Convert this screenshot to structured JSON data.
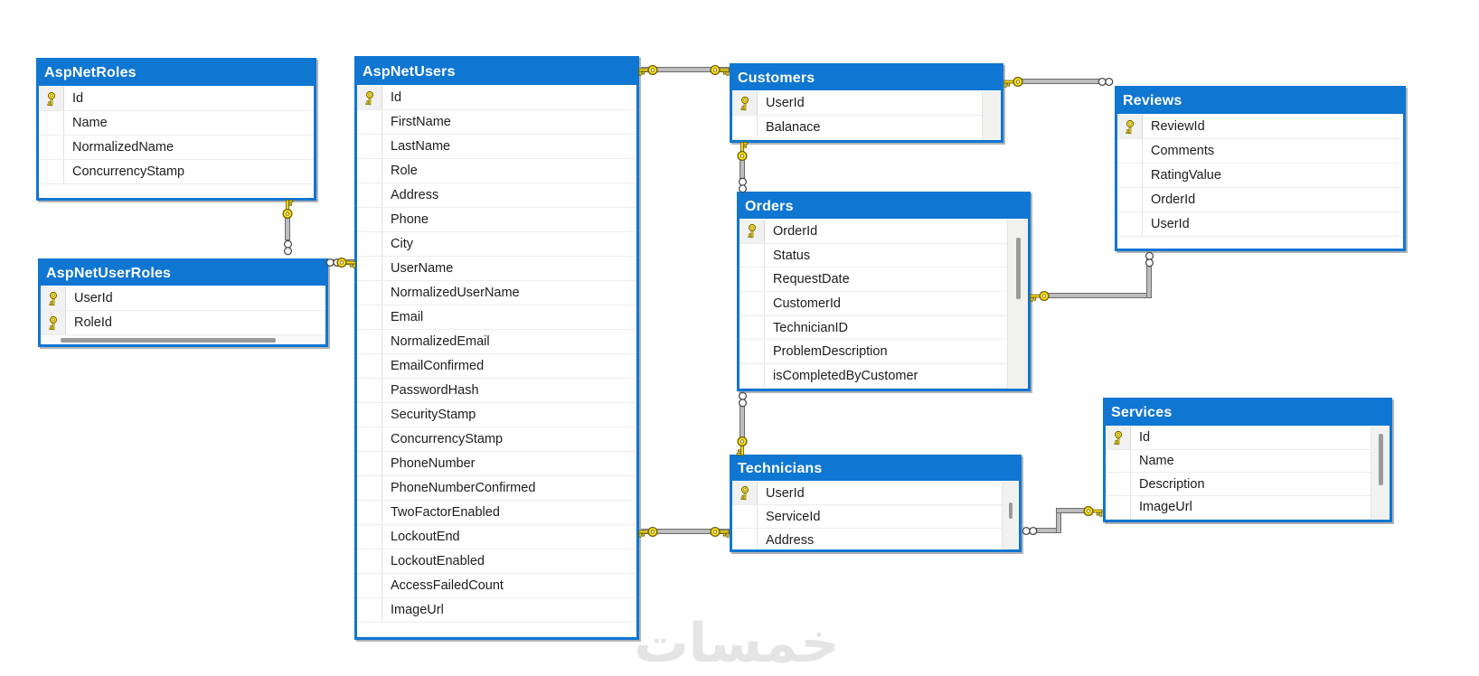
{
  "diagram": {
    "tables": [
      {
        "id": "AspNetRoles",
        "title": "AspNetRoles",
        "columns": [
          {
            "name": "Id",
            "pk": true
          },
          {
            "name": "Name",
            "pk": false
          },
          {
            "name": "NormalizedName",
            "pk": false
          },
          {
            "name": "ConcurrencyStamp",
            "pk": false
          }
        ]
      },
      {
        "id": "AspNetUsers",
        "title": "AspNetUsers",
        "columns": [
          {
            "name": "Id",
            "pk": true
          },
          {
            "name": "FirstName",
            "pk": false
          },
          {
            "name": "LastName",
            "pk": false
          },
          {
            "name": "Role",
            "pk": false
          },
          {
            "name": "Address",
            "pk": false
          },
          {
            "name": "Phone",
            "pk": false
          },
          {
            "name": "City",
            "pk": false
          },
          {
            "name": "UserName",
            "pk": false
          },
          {
            "name": "NormalizedUserName",
            "pk": false
          },
          {
            "name": "Email",
            "pk": false
          },
          {
            "name": "NormalizedEmail",
            "pk": false
          },
          {
            "name": "EmailConfirmed",
            "pk": false
          },
          {
            "name": "PasswordHash",
            "pk": false
          },
          {
            "name": "SecurityStamp",
            "pk": false
          },
          {
            "name": "ConcurrencyStamp",
            "pk": false
          },
          {
            "name": "PhoneNumber",
            "pk": false
          },
          {
            "name": "PhoneNumberConfirmed",
            "pk": false
          },
          {
            "name": "TwoFactorEnabled",
            "pk": false
          },
          {
            "name": "LockoutEnd",
            "pk": false
          },
          {
            "name": "LockoutEnabled",
            "pk": false
          },
          {
            "name": "AccessFailedCount",
            "pk": false
          },
          {
            "name": "ImageUrl",
            "pk": false
          }
        ]
      },
      {
        "id": "AspNetUserRoles",
        "title": "AspNetUserRoles",
        "columns": [
          {
            "name": "UserId",
            "pk": true
          },
          {
            "name": "RoleId",
            "pk": true
          }
        ]
      },
      {
        "id": "Customers",
        "title": "Customers",
        "columns": [
          {
            "name": "UserId",
            "pk": true
          },
          {
            "name": "Balanace",
            "pk": false
          }
        ]
      },
      {
        "id": "Orders",
        "title": "Orders",
        "columns": [
          {
            "name": "OrderId",
            "pk": true
          },
          {
            "name": "Status",
            "pk": false
          },
          {
            "name": "RequestDate",
            "pk": false
          },
          {
            "name": "CustomerId",
            "pk": false
          },
          {
            "name": "TechnicianID",
            "pk": false
          },
          {
            "name": "ProblemDescription",
            "pk": false
          },
          {
            "name": "isCompletedByCustomer",
            "pk": false
          }
        ]
      },
      {
        "id": "Reviews",
        "title": "Reviews",
        "columns": [
          {
            "name": "ReviewId",
            "pk": true
          },
          {
            "name": "Comments",
            "pk": false
          },
          {
            "name": "RatingValue",
            "pk": false
          },
          {
            "name": "OrderId",
            "pk": false
          },
          {
            "name": "UserId",
            "pk": false
          }
        ]
      },
      {
        "id": "Technicians",
        "title": "Technicians",
        "columns": [
          {
            "name": "UserId",
            "pk": true
          },
          {
            "name": "ServiceId",
            "pk": false
          },
          {
            "name": "Address",
            "pk": false
          }
        ]
      },
      {
        "id": "Services",
        "title": "Services",
        "columns": [
          {
            "name": "Id",
            "pk": true
          },
          {
            "name": "Name",
            "pk": false
          },
          {
            "name": "Description",
            "pk": false
          },
          {
            "name": "ImageUrl",
            "pk": false
          }
        ]
      }
    ],
    "relationships": [
      {
        "from": "AspNetRoles",
        "from_end": "one",
        "to": "AspNetUserRoles",
        "to_end": "many"
      },
      {
        "from": "AspNetUsers",
        "from_end": "one",
        "to": "AspNetUserRoles",
        "to_end": "many"
      },
      {
        "from": "AspNetUsers",
        "from_end": "one",
        "to": "Customers",
        "to_end": "one"
      },
      {
        "from": "Customers",
        "from_end": "one",
        "to": "Orders",
        "to_end": "many"
      },
      {
        "from": "Customers",
        "from_end": "one",
        "to": "Reviews",
        "to_end": "many"
      },
      {
        "from": "Orders",
        "from_end": "one",
        "to": "Reviews",
        "to_end": "many"
      },
      {
        "from": "Technicians",
        "from_end": "one",
        "to": "Orders",
        "to_end": "many"
      },
      {
        "from": "AspNetUsers",
        "from_end": "one",
        "to": "Technicians",
        "to_end": "one"
      },
      {
        "from": "Services",
        "from_end": "one",
        "to": "Technicians",
        "to_end": "many"
      }
    ]
  },
  "icons": {
    "primary_key": "key-icon",
    "one_end": "key-icon",
    "many_end": "infinity-icon"
  },
  "watermark": {
    "text": "خمسات"
  },
  "colors": {
    "header_blue": "#0f76d2",
    "border_blue": "#0f76d2",
    "key_gold": "#ffe11a",
    "key_outline": "#6b5d00",
    "line_grey": "#bdbdbd",
    "line_edge": "#6c6c6c",
    "many_outline": "#4a4a4a",
    "scroll_thumb": "#9b9b9b",
    "row_text": "#1d1d1d",
    "watermark_grey": "#e4e4e4"
  }
}
